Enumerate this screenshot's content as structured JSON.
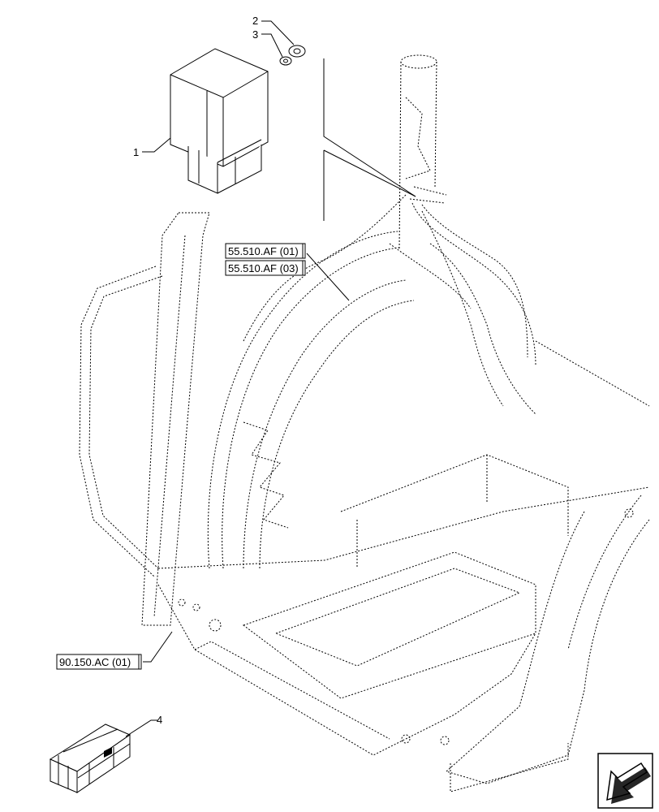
{
  "callouts": {
    "item_1": "1",
    "item_2": "2",
    "item_3": "3",
    "item_4": "4"
  },
  "references": {
    "ref_a": "55.510.AF (01)",
    "ref_b": "55.510.AF (03)",
    "ref_c": "90.150.AC (01)"
  },
  "icons": {
    "nav_arrow": "arrow-down-left-icon"
  }
}
